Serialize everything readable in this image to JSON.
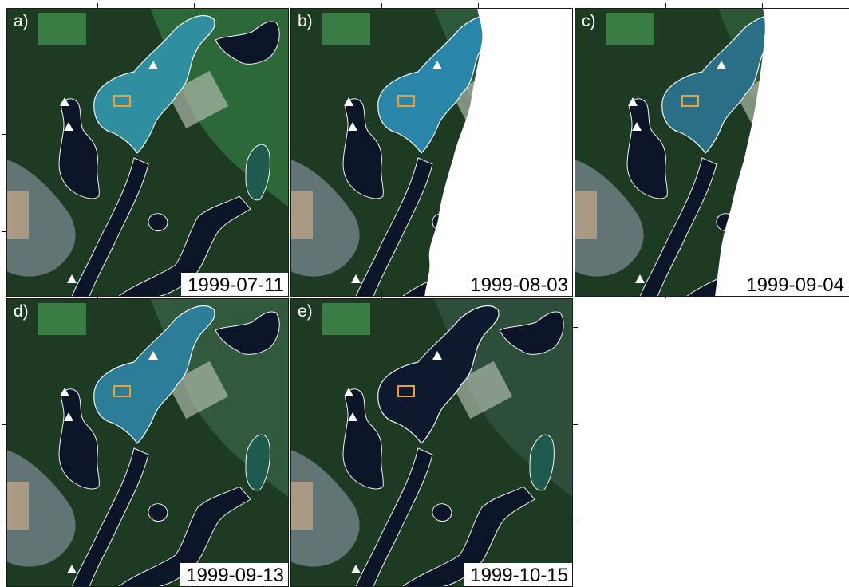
{
  "figure": {
    "panels": [
      {
        "id": "a",
        "label": "a)",
        "date": "1999-07-11",
        "cloud": false,
        "lake_color": "#2f8fa0",
        "field_color": "#2e6b3a",
        "label_dark": false
      },
      {
        "id": "b",
        "label": "b)",
        "date": "1999-08-03",
        "cloud": true,
        "lake_color": "#2a86a8",
        "field_color": "#2d5b3e",
        "label_dark": false
      },
      {
        "id": "c",
        "label": "c)",
        "date": "1999-09-04",
        "cloud": true,
        "lake_color": "#2b6f86",
        "field_color": "#2d5838",
        "label_dark": false
      },
      {
        "id": "d",
        "label": "d)",
        "date": "1999-09-13",
        "cloud": false,
        "lake_color": "#2c7d98",
        "field_color": "#325b3f",
        "label_dark": false
      },
      {
        "id": "e",
        "label": "e)",
        "date": "1999-10-15",
        "cloud": false,
        "lake_color": "#0d1a2e",
        "field_color": "#2f4f3e",
        "label_dark": false
      }
    ],
    "colors": {
      "forest": "#1d3a22",
      "dark_water": "#0c1528",
      "outline": "#f2f2f2",
      "marker": "#ffffff",
      "study_box": "#f0a030",
      "cloud": "#ffffff",
      "town": "#9aa6b8"
    }
  }
}
